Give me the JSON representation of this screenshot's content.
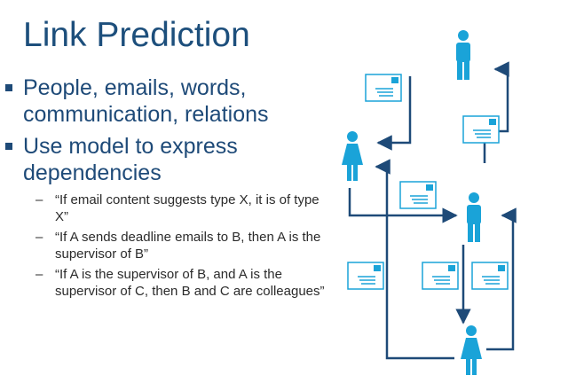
{
  "slide": {
    "title": "Link Prediction",
    "bullets": [
      {
        "text": "People, emails, words, communication, relations",
        "subitems": []
      },
      {
        "text": "Use model to express dependencies",
        "subitems": [
          {
            "text": "“If email content suggests type X, it is of type X”"
          },
          {
            "text": "“If A sends deadline emails to B, then A is the supervisor of B”"
          },
          {
            "text": "“If A is the supervisor of B, and A is the supervisor of C, then B and C are colleagues”"
          }
        ]
      }
    ]
  },
  "diagram": {
    "person_color": "#1aa3d8",
    "arrow_color": "#1e4a78",
    "people": [
      {
        "name": "person-top",
        "gender": "male"
      },
      {
        "name": "person-left",
        "gender": "female"
      },
      {
        "name": "person-middle-right",
        "gender": "male"
      },
      {
        "name": "person-bottom",
        "gender": "female"
      }
    ],
    "emails": [
      {
        "name": "email-envelope-1"
      },
      {
        "name": "email-envelope-2"
      },
      {
        "name": "email-envelope-3"
      },
      {
        "name": "email-envelope-4"
      },
      {
        "name": "email-envelope-5"
      },
      {
        "name": "email-envelope-6"
      }
    ]
  }
}
